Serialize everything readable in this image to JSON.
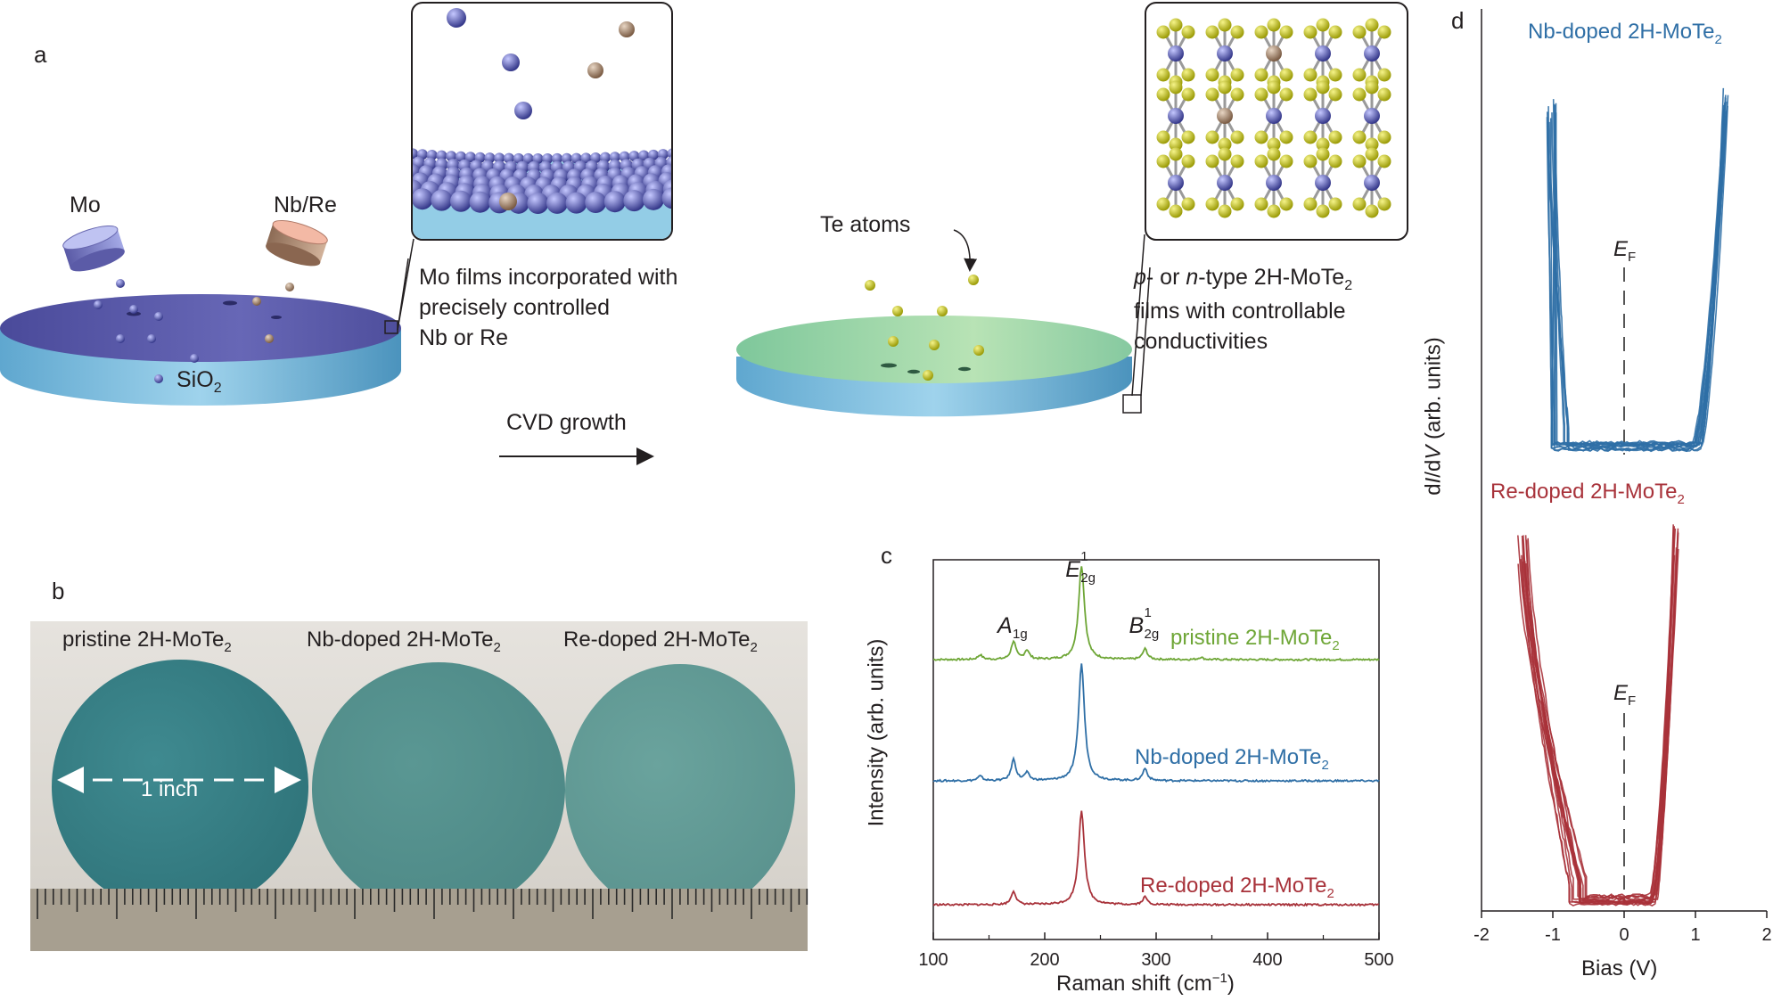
{
  "panels": {
    "a": "a",
    "b": "b",
    "c": "c",
    "d": "d"
  },
  "panel_a": {
    "mo": "Mo",
    "nbre": "Nb/Re",
    "sio2": "SiO",
    "sio2_sub": "2",
    "cvd": "CVD growth",
    "te_atoms": "Te atoms",
    "caption1": [
      "Mo films incorporated with",
      "precisely controlled",
      "Nb or Re"
    ],
    "caption2_l1_p": "p",
    "caption2_l1_mid": "- or ",
    "caption2_l1_n": "n",
    "caption2_l1_rest": "-type 2H-MoTe",
    "caption2_l1_sub": "2",
    "caption2_l2": "films with controllable",
    "caption2_l3": "conductivities"
  },
  "panel_b": {
    "label1": "pristine 2H-MoTe",
    "label2": "Nb-doped 2H-MoTe",
    "label3": "Re-doped 2H-MoTe",
    "sub": "2",
    "scale": "1 inch"
  },
  "colors": {
    "pristine": "#6ea636",
    "nb": "#2f6fa6",
    "re": "#a8323a"
  },
  "chart_data": [
    {
      "type": "line",
      "panel": "c",
      "xlabel": "Raman shift (cm",
      "xlabel_sup": "−1",
      "xlabel_end": ")",
      "ylabel": "Intensity (arb. units)",
      "xlim": [
        100,
        500
      ],
      "xticks": [
        100,
        200,
        300,
        400,
        500
      ],
      "peaks": [
        {
          "main": "A",
          "sub": "1g",
          "sup": "",
          "x": 172
        },
        {
          "main": "E",
          "sub": "2g",
          "sup": "1",
          "x": 233
        },
        {
          "main": "B",
          "sub": "2g",
          "sup": "1",
          "x": 290
        }
      ],
      "series": [
        {
          "name": "pristine 2H-MoTe",
          "name_sub": "2",
          "color": "#6ea636",
          "peaks": [
            [
              142,
              0.03
            ],
            [
              172,
              0.12
            ],
            [
              184,
              0.06
            ],
            [
              233,
              0.62
            ],
            [
              290,
              0.07
            ],
            [
              340,
              0.015
            ]
          ]
        },
        {
          "name": "Nb-doped 2H-MoTe",
          "name_sub": "2",
          "color": "#2f6fa6",
          "peaks": [
            [
              142,
              0.03
            ],
            [
              172,
              0.14
            ],
            [
              184,
              0.05
            ],
            [
              233,
              0.77
            ],
            [
              290,
              0.08
            ]
          ]
        },
        {
          "name": "Re-doped 2H-MoTe",
          "name_sub": "2",
          "color": "#a8323a",
          "peaks": [
            [
              172,
              0.09
            ],
            [
              233,
              0.62
            ],
            [
              290,
              0.05
            ]
          ]
        }
      ]
    },
    {
      "type": "line",
      "panel": "d",
      "xlabel": "Bias (V)",
      "ylabel_pre": "d",
      "ylabel_i": "I",
      "ylabel_mid": "/d",
      "ylabel_v": "V",
      "ylabel_post": " (arb. units)",
      "xlim": [
        -2,
        2
      ],
      "xticks": [
        -2,
        -1,
        0,
        1,
        2
      ],
      "fermi_label": "E",
      "fermi_sub": "F",
      "series": [
        {
          "name": "Nb-doped 2H-MoTe",
          "name_sub": "2",
          "color": "#2f6fa6",
          "left_edge": -0.9,
          "right_edge": 1.0,
          "left_top": -1.05,
          "right_top": 1.42,
          "curves": 14
        },
        {
          "name": "Re-doped 2H-MoTe",
          "name_sub": "2",
          "color": "#a8323a",
          "left_edge": -0.65,
          "right_edge": 0.4,
          "left_top": -1.45,
          "right_top": 0.72,
          "curves": 14
        }
      ]
    }
  ]
}
